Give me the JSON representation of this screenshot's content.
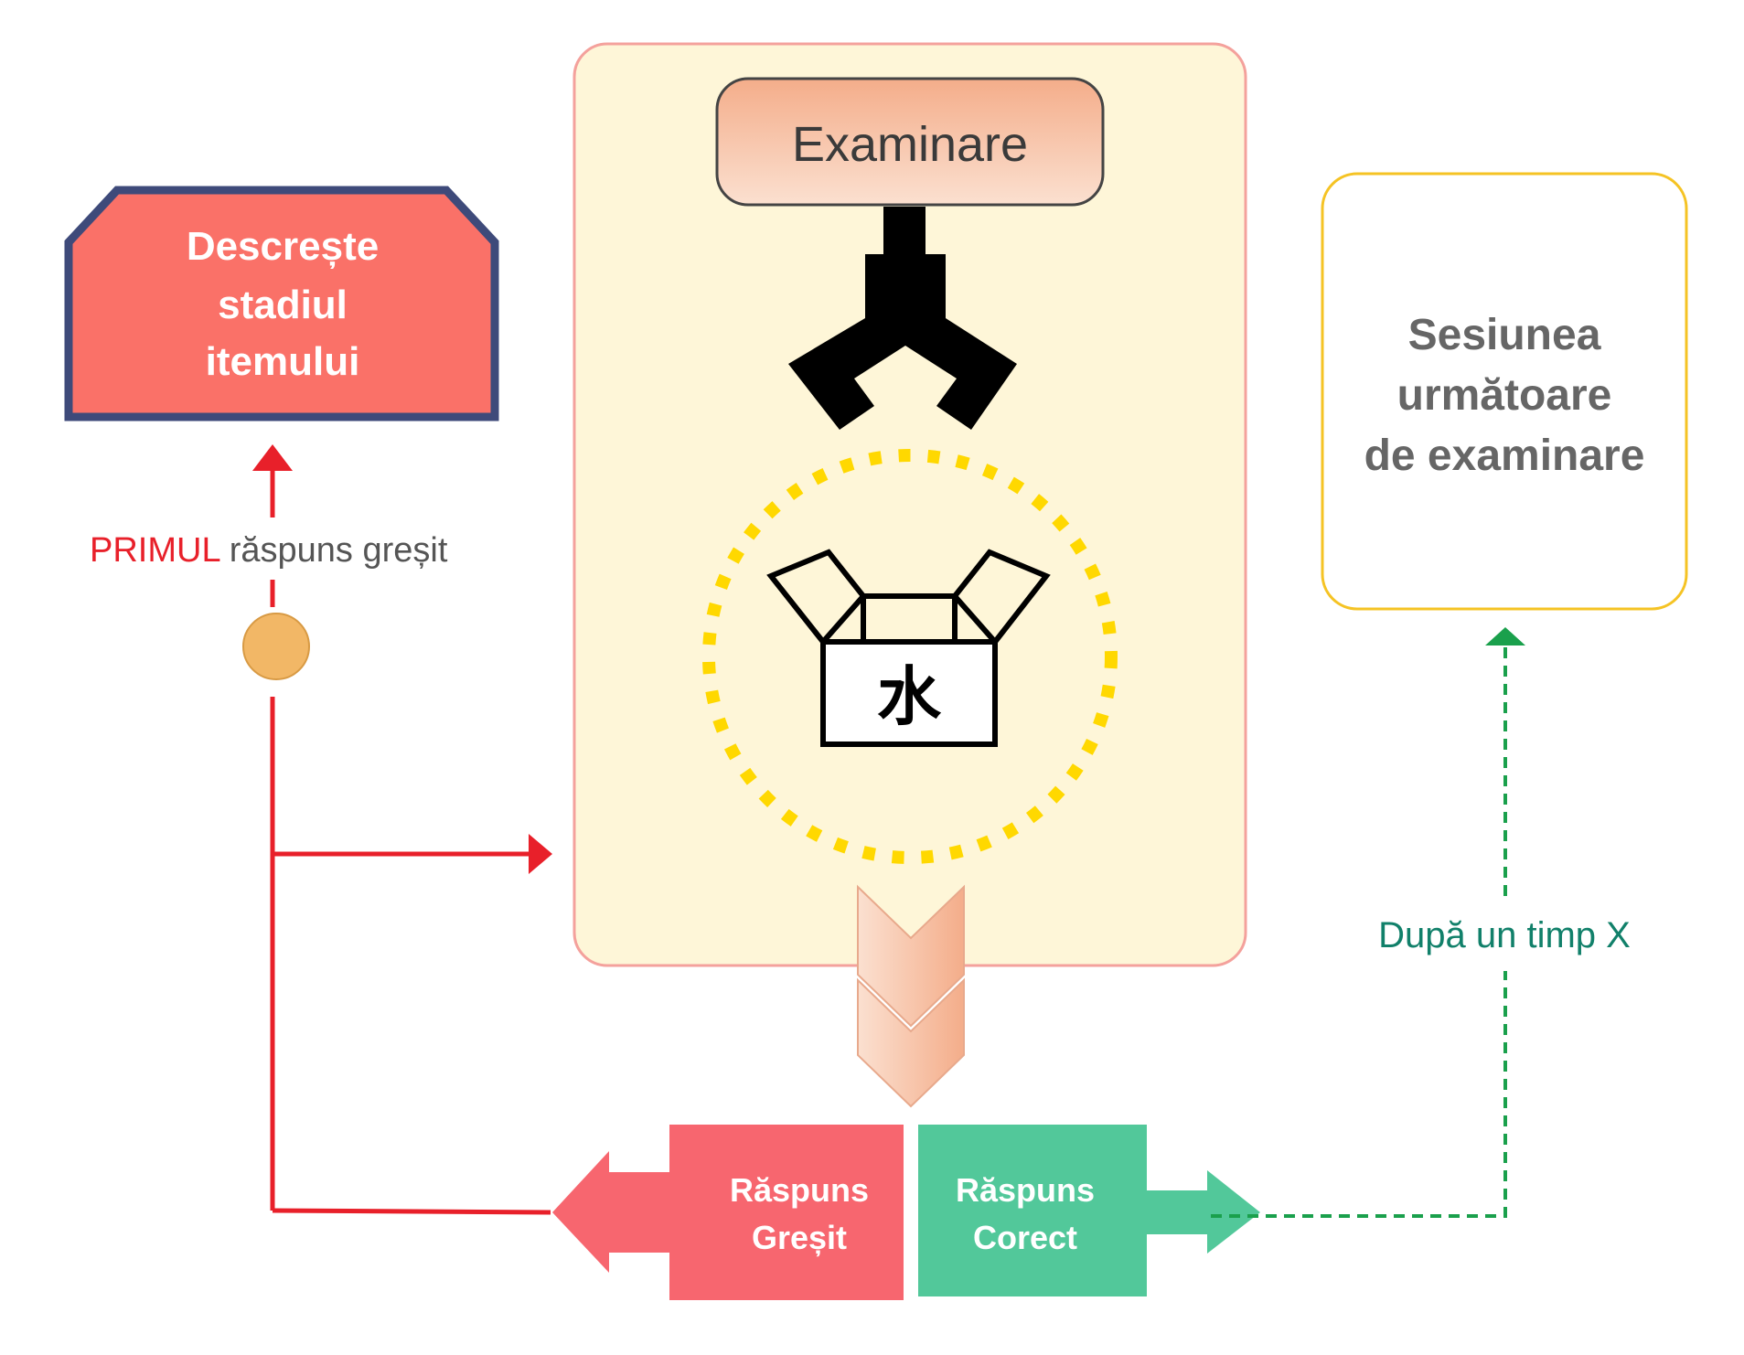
{
  "colors": {
    "panel_fill": "#fef6d8",
    "panel_border": "#f4a19c",
    "exam_box_gradient_top": "#f4ad8a",
    "exam_box_gradient_bottom": "#fbe0d0",
    "decrease_box_fill": "#fa7168",
    "decrease_box_border": "#3e4a7a",
    "next_session_border": "#f5c324",
    "wrong_fill": "#f7666f",
    "correct_fill": "#52c89a",
    "red_line": "#e8202a",
    "green_dashed": "#1aa04c",
    "orange_node": "#f2b766",
    "dotted_circle": "#ffd800",
    "primul_red": "#e8202a",
    "label_gray": "#555555",
    "green_label": "#11806a"
  },
  "exam": {
    "title": "Examinare"
  },
  "decrease": {
    "line1": "Descrește",
    "line2": "stadiul",
    "line3": "itemului"
  },
  "next_session": {
    "line1": "Sesiunea",
    "line2": "următoare",
    "line3": "de examinare"
  },
  "first_wrong": {
    "highlight": "PRIMUL",
    "rest": " răspuns greșit"
  },
  "after_time": {
    "label": "După un timp X"
  },
  "wrong": {
    "line1": "Răspuns",
    "line2": "Greșit"
  },
  "correct": {
    "line1": "Răspuns",
    "line2": "Corect"
  },
  "item_box": {
    "character": "水"
  },
  "icons": {
    "claw": "claw-icon",
    "box": "open-box-icon"
  }
}
